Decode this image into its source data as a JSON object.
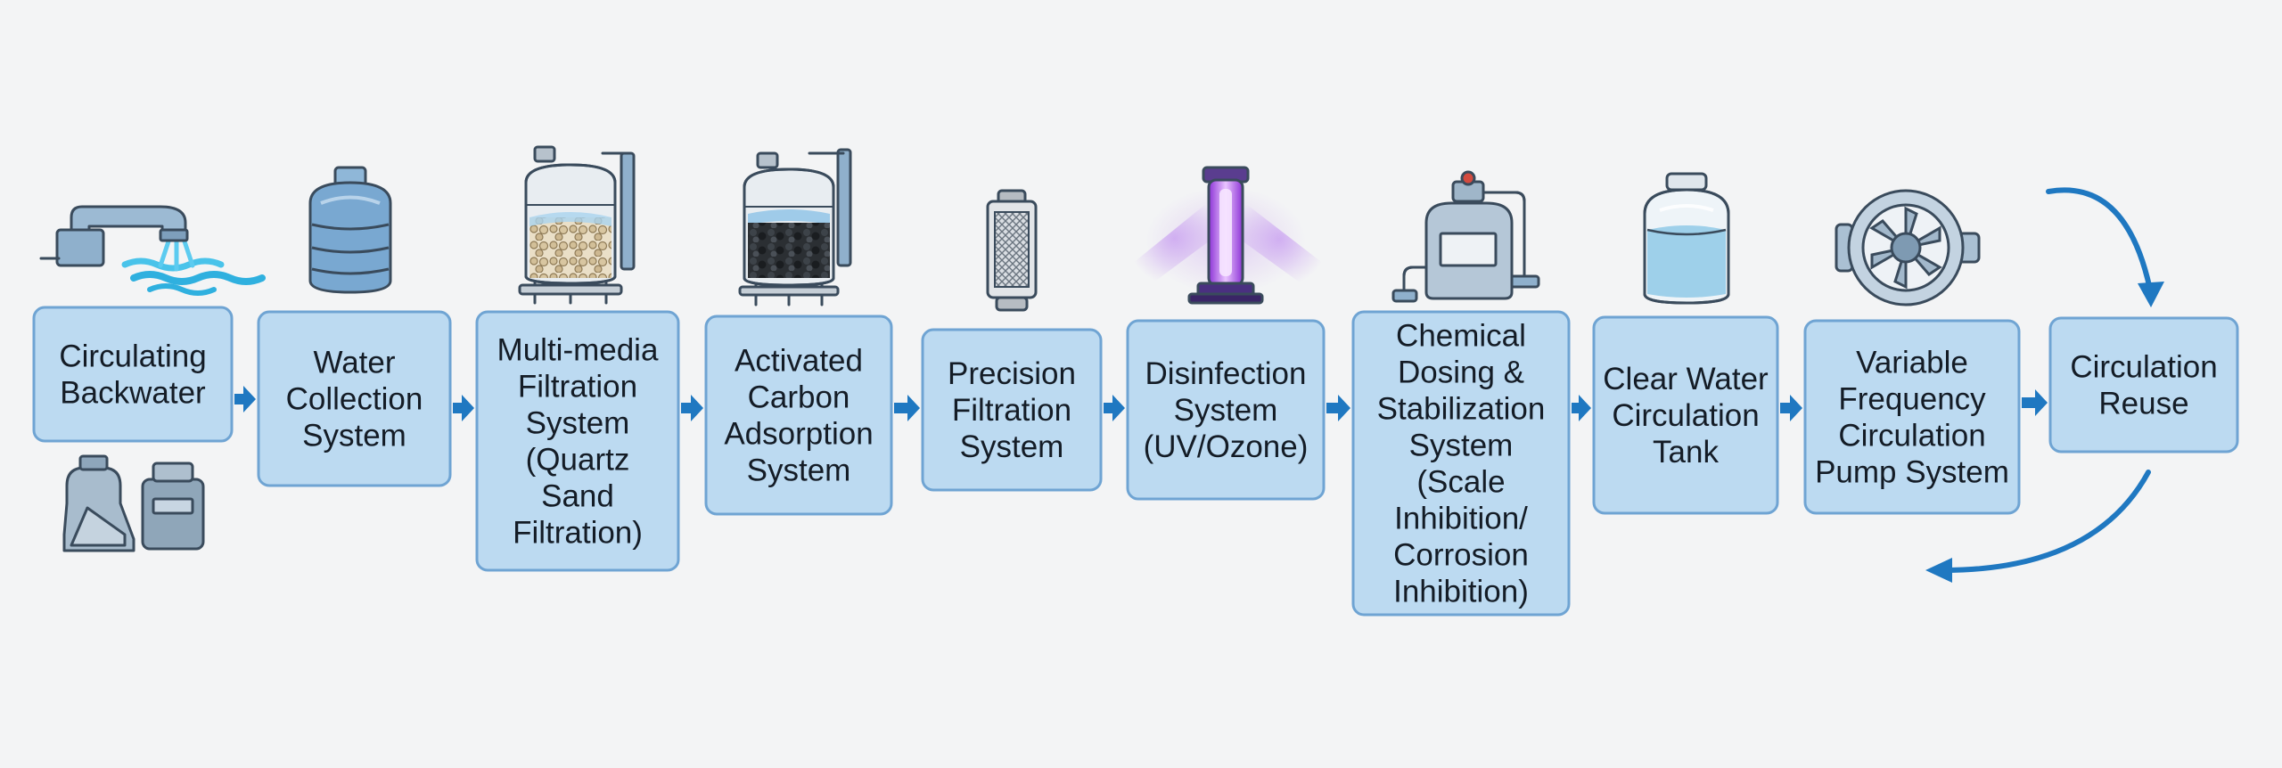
{
  "colors": {
    "background": "#f3f4f5",
    "box_fill": "#bcdaf1",
    "box_stroke": "#6fa4d3",
    "arrow": "#1f78c1",
    "text": "#141c26",
    "uv_glow": "#b27be8"
  },
  "steps": [
    {
      "lines": [
        "Circulating",
        "Backwater"
      ],
      "icon": "faucet-water-icon"
    },
    {
      "lines": [
        "Water",
        "Collection",
        "System"
      ],
      "icon": "storage-tank-icon"
    },
    {
      "lines": [
        "Multi-media",
        "Filtration",
        "System",
        "(Quartz",
        "Sand",
        "Filtration)"
      ],
      "icon": "sand-filter-icon"
    },
    {
      "lines": [
        "Activated",
        "Carbon",
        "Adsorption",
        "System"
      ],
      "icon": "carbon-filter-icon"
    },
    {
      "lines": [
        "Precision",
        "Filtration",
        "System"
      ],
      "icon": "cartridge-filter-icon"
    },
    {
      "lines": [
        "Disinfection",
        "System",
        "(UV/Ozone)"
      ],
      "icon": "uv-lamp-icon"
    },
    {
      "lines": [
        "Chemical",
        "Dosing &",
        "Stabilization",
        "System",
        "(Scale",
        "Inhibition/",
        "Corrosion",
        "Inhibition)"
      ],
      "icon": "dosing-tank-icon"
    },
    {
      "lines": [
        "Clear Water",
        "Circulation",
        "Tank"
      ],
      "icon": "clear-water-tank-icon"
    },
    {
      "lines": [
        "Variable",
        "Frequency",
        "Circulation",
        "Pump System"
      ],
      "icon": "pump-icon"
    },
    {
      "lines": [
        "Circulation",
        "Reuse"
      ],
      "icon": "recirculation-arrows-icon"
    }
  ]
}
